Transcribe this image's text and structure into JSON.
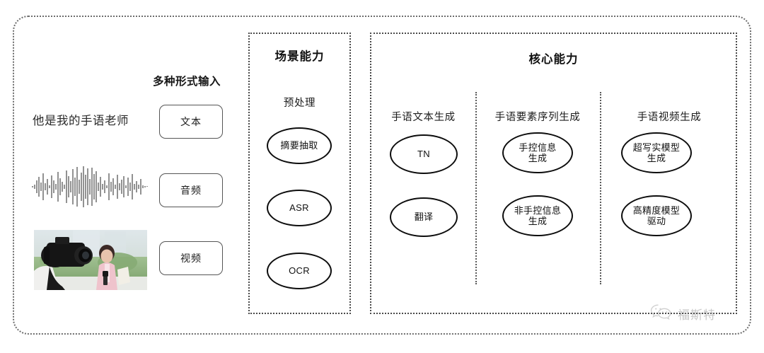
{
  "diagram": {
    "title_hidden": "",
    "input_section": {
      "heading": "多种形式输入",
      "sample_text": "他是我的手语老师",
      "modalities": [
        {
          "label": "文本",
          "icon": "text-icon"
        },
        {
          "label": "音频",
          "icon": "waveform-icon"
        },
        {
          "label": "视频",
          "icon": "video-thumbnail-icon"
        }
      ]
    },
    "scene_panel": {
      "title": "场景能力",
      "group_label": "预处理",
      "nodes": [
        "摘要抽取",
        "ASR",
        "OCR"
      ]
    },
    "core_panel": {
      "title": "核心能力",
      "columns": [
        {
          "title": "手语文本生成",
          "nodes": [
            "TN",
            "翻译"
          ]
        },
        {
          "title": "手语要素序列生成",
          "nodes": [
            "手控信息\n生成",
            "非手控信息\n生成"
          ]
        },
        {
          "title": "手语视频生成",
          "nodes": [
            "超写实模型\n生成",
            "高精度模型\n驱动"
          ]
        }
      ]
    },
    "watermark": {
      "text": "福斯特",
      "icon": "wechat-icon"
    },
    "colors": {
      "frame": "#6d6d6d",
      "panel_border": "#4a4a4a",
      "node_border": "#0d0d0d",
      "text": "#1a1a1a",
      "watermark": "#9a9a9a"
    }
  }
}
